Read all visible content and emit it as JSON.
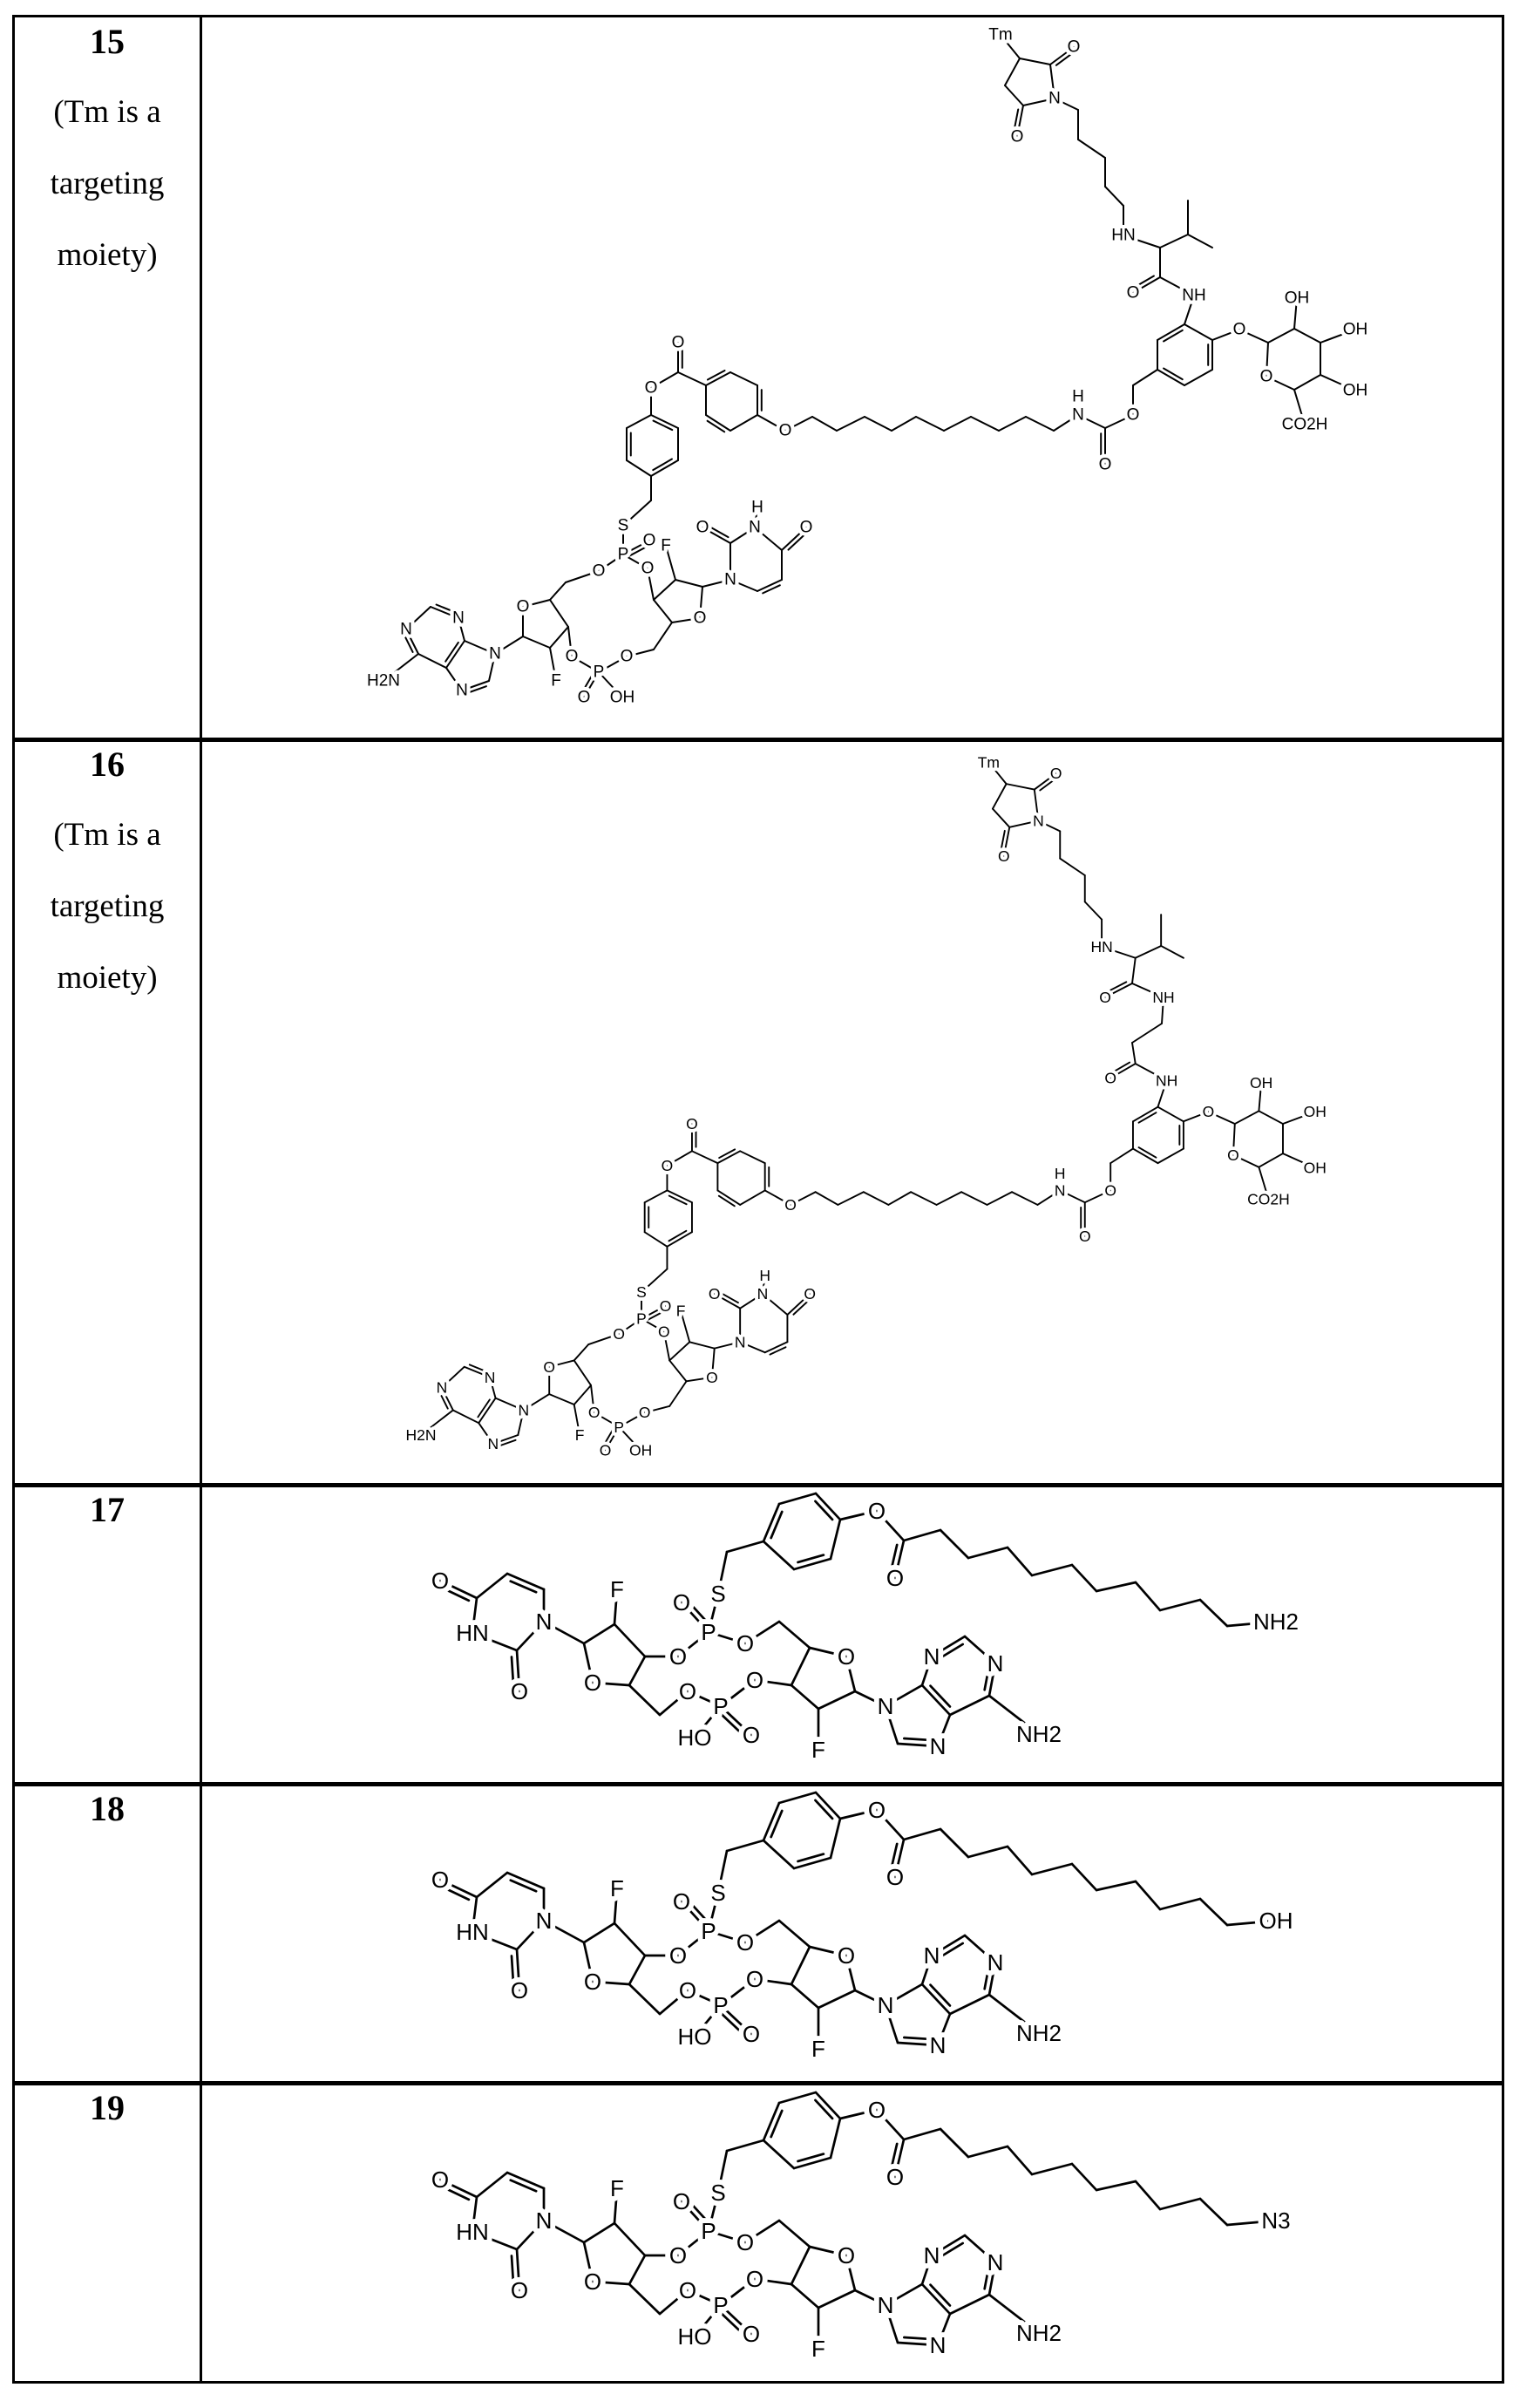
{
  "table": {
    "rows": [
      {
        "compound": "15",
        "note": [
          "(Tm is a",
          "targeting",
          "moiety)"
        ],
        "structure_labels": [
          "Tm",
          "O",
          "N",
          "O",
          "HN",
          "O",
          "NH",
          "O",
          "OH",
          "OH",
          "OH",
          "CO2H",
          "O",
          "O",
          "O",
          "N",
          "H",
          "O",
          "O",
          "O",
          "S",
          "P",
          "O",
          "O",
          "O",
          "F",
          "O",
          "P",
          "O",
          "OH",
          "O",
          "O",
          "O",
          "F",
          "N",
          "O",
          "N",
          "H",
          "O",
          "N",
          "N",
          "N",
          "N",
          "H2N"
        ]
      },
      {
        "compound": "16",
        "note": [
          "(Tm is a",
          "targeting",
          "moiety)"
        ],
        "structure_labels": [
          "Tm",
          "O",
          "N",
          "O",
          "HN",
          "O",
          "NH",
          "O",
          "OH",
          "OH",
          "OH",
          "CO2H",
          "O",
          "O",
          "O",
          "N",
          "H",
          "O",
          "O",
          "O",
          "S",
          "P",
          "O",
          "O",
          "O",
          "F",
          "O",
          "P",
          "O",
          "OH",
          "O",
          "O",
          "O",
          "F",
          "N",
          "O",
          "N",
          "H",
          "O",
          "N",
          "N",
          "N",
          "N",
          "H2N",
          "O",
          "NH"
        ]
      },
      {
        "compound": "17",
        "note": [],
        "structure_labels": [
          "O",
          "N",
          "HN",
          "O",
          "O",
          "F",
          "O",
          "P",
          "O",
          "S",
          "O",
          "O",
          "F",
          "O",
          "P",
          "O",
          "HO",
          "O",
          "N",
          "N",
          "N",
          "N",
          "NH2",
          "O",
          "O",
          "NH2"
        ]
      },
      {
        "compound": "18",
        "note": [],
        "structure_labels": [
          "O",
          "N",
          "HN",
          "O",
          "O",
          "F",
          "O",
          "P",
          "O",
          "S",
          "O",
          "O",
          "F",
          "O",
          "P",
          "O",
          "HO",
          "O",
          "N",
          "N",
          "N",
          "N",
          "NH2",
          "O",
          "O",
          "OH"
        ]
      },
      {
        "compound": "19",
        "note": [],
        "structure_labels": [
          "O",
          "N",
          "HN",
          "O",
          "O",
          "F",
          "O",
          "P",
          "O",
          "S",
          "O",
          "O",
          "F",
          "O",
          "P",
          "O",
          "HO",
          "O",
          "N",
          "N",
          "N",
          "N",
          "NH2",
          "O",
          "O",
          "N3"
        ]
      }
    ]
  }
}
